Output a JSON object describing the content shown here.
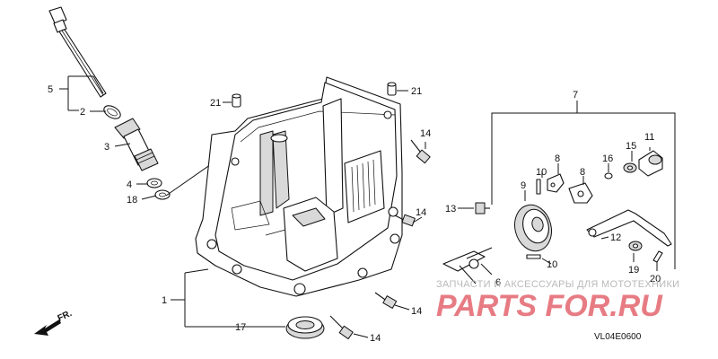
{
  "callouts": {
    "c1": "1",
    "c2": "2",
    "c3": "3",
    "c4": "4",
    "c5": "5",
    "c6": "6",
    "c7": "7",
    "c8a": "8",
    "c8b": "8",
    "c9": "9",
    "c10a": "10",
    "c10b": "10",
    "c11": "11",
    "c12": "12",
    "c13": "13",
    "c14a": "14",
    "c14b": "14",
    "c14c": "14",
    "c14d": "14",
    "c15": "15",
    "c16": "16",
    "c17": "17",
    "c18": "18",
    "c19": "19",
    "c20": "20",
    "c21a": "21",
    "c21b": "21"
  },
  "direction": {
    "label": "FR."
  },
  "diagram_code": "VL04E0600",
  "watermark": {
    "subtitle": "ЗАПЧАСТИ И АКСЕССУАРЫ ДЛЯ МОТОТЕХНИКИ",
    "logo_text": "PARTS FOR.RU"
  }
}
